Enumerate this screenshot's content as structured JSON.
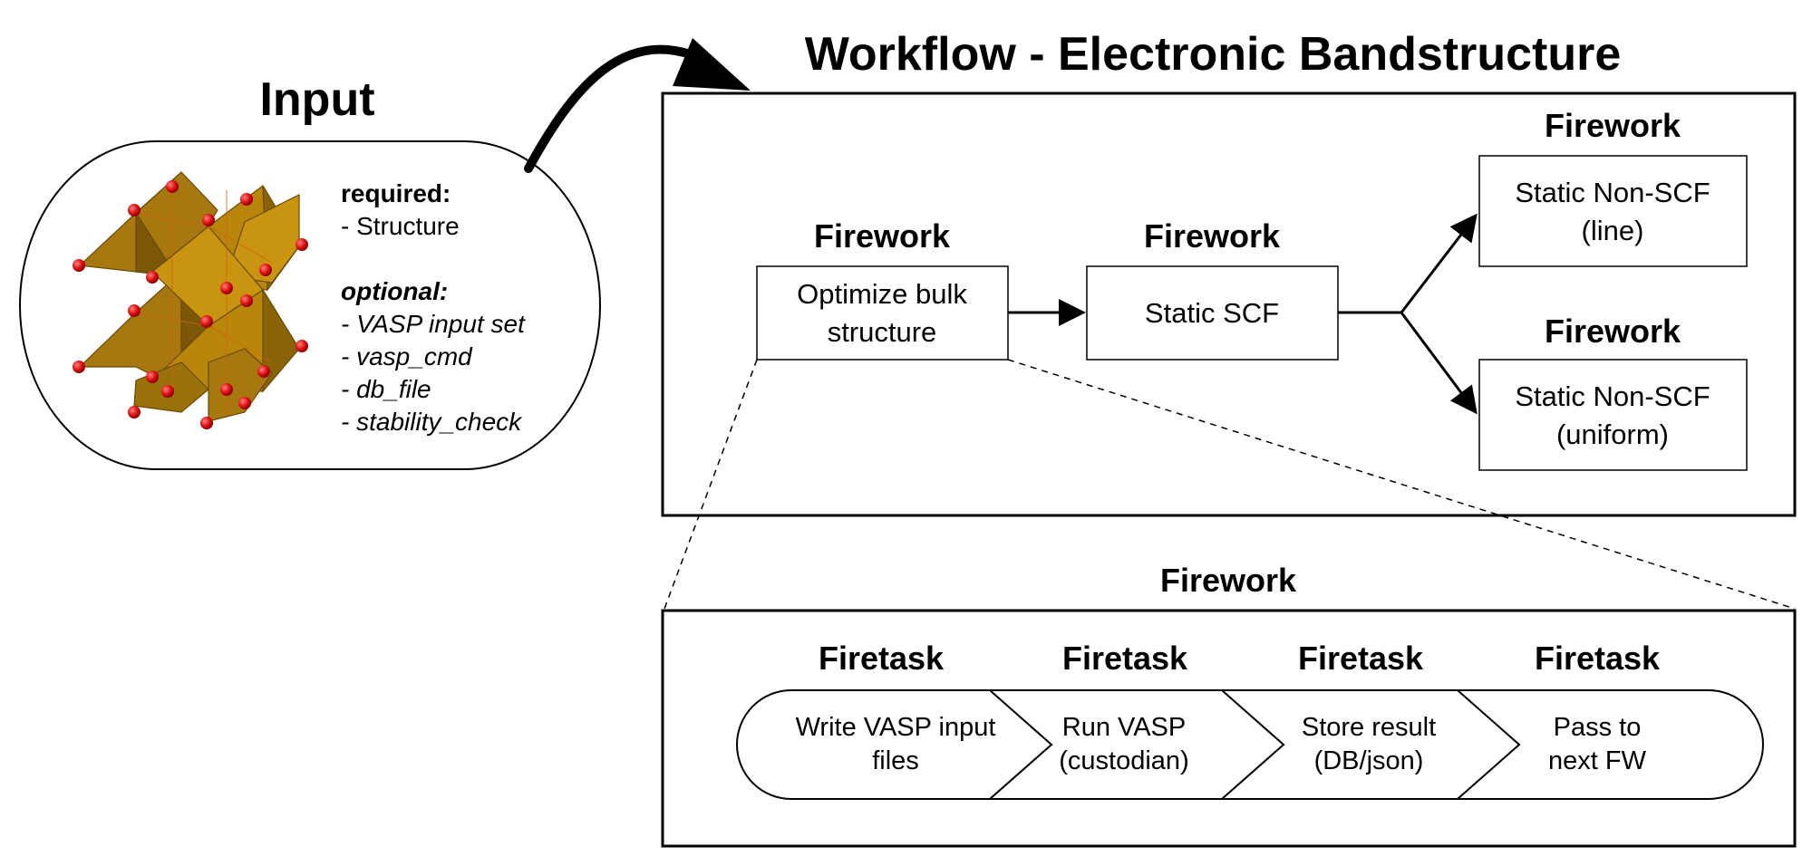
{
  "input": {
    "title": "Input",
    "required_label": "required:",
    "required_items": [
      "- Structure"
    ],
    "optional_label": "optional:",
    "optional_items": [
      "- VASP input set",
      "- vasp_cmd",
      "- db_file",
      "- stability_check"
    ]
  },
  "workflow": {
    "title": "Workflow - Electronic Bandstructure",
    "fireworks": [
      {
        "label": "Firework",
        "lines": [
          "Optimize bulk",
          "structure"
        ]
      },
      {
        "label": "Firework",
        "lines": [
          "Static SCF"
        ]
      },
      {
        "label": "Firework",
        "lines": [
          "Static Non-SCF",
          "(line)"
        ]
      },
      {
        "label": "Firework",
        "lines": [
          "Static Non-SCF",
          "(uniform)"
        ]
      }
    ]
  },
  "detail": {
    "title": "Firework",
    "firetasks": [
      {
        "label": "Firetask",
        "lines": [
          "Write VASP input",
          "files"
        ]
      },
      {
        "label": "Firetask",
        "lines": [
          "Run VASP",
          "(custodian)"
        ]
      },
      {
        "label": "Firetask",
        "lines": [
          "Store result",
          "(DB/json)"
        ]
      },
      {
        "label": "Firetask",
        "lines": [
          "Pass to",
          "next FW"
        ]
      }
    ]
  },
  "colors": {
    "line": "#000000",
    "octahedron": "#b8860b",
    "octahedron_dark": "#8a6208",
    "atom": "#e01010"
  }
}
